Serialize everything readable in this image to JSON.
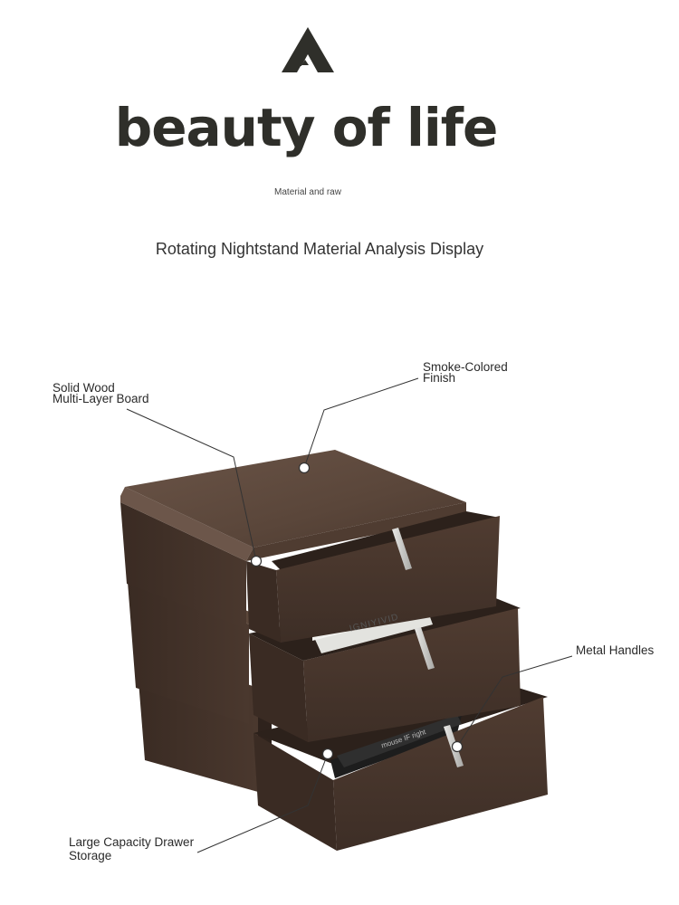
{
  "brand": {
    "logo_icon": "triangle-a-logo",
    "headline": "beauty of life",
    "tagline": "Material and raw"
  },
  "section": {
    "title": "Rotating Nightstand Material Analysis Display"
  },
  "callouts": {
    "solid_wood": {
      "line1": "Solid Wood",
      "line2": "Multi-Layer Board"
    },
    "smoke_finish": {
      "line1": "Smoke-Colored",
      "line2": "Finish"
    },
    "metal_handles": {
      "line1": "Metal Handles"
    },
    "drawer_storage": {
      "line1": "Large Capacity Drawer",
      "line2": "Storage"
    }
  },
  "product_image": {
    "book_spine_top": "IGNIYIVID",
    "book_spine_bottom": "mouse IF right"
  },
  "colors": {
    "text_dark": "#2f2f2a",
    "wood_dark": "#3d2f27",
    "wood_mid": "#5b4639",
    "handle_metal": "#c9c9c6"
  }
}
